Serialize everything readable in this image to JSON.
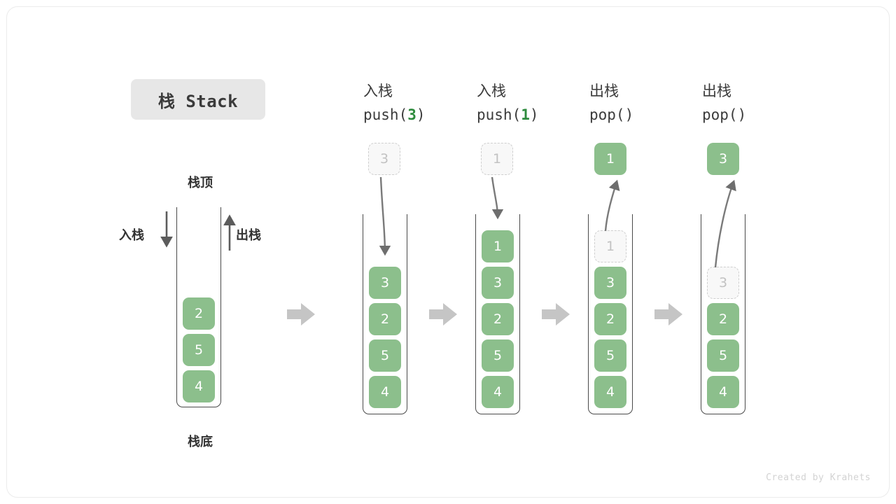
{
  "title": {
    "badge": "栈 Stack"
  },
  "footer": {
    "credit": "Created by Krahets"
  },
  "colors": {
    "element_green": "#8cbf8c",
    "accent_green": "#2e8b3d",
    "ghost_fill": "#f8f8f8",
    "ghost_border": "#cfcfcf",
    "container_stroke": "#4a4a4a",
    "transition_arrow": "#c5c5c5",
    "badge_bg": "#e7e7e7"
  },
  "labels": {
    "top": "栈顶",
    "bottom": "栈底",
    "push_side": "入栈",
    "pop_side": "出栈"
  },
  "stages": [
    {
      "id": "initial",
      "header_line1": "",
      "header_line2": "",
      "header_arg": "",
      "cells": [
        "2",
        "5",
        "4"
      ],
      "floating": null,
      "ghost_index": null
    },
    {
      "id": "push-3",
      "header_line1": "入栈",
      "header_line2_pre": "push(",
      "header_arg": "3",
      "header_line2_post": ")",
      "cells": [
        "3",
        "2",
        "5",
        "4"
      ],
      "floating": {
        "value": "3",
        "style": "ghost"
      },
      "ghost_index": null
    },
    {
      "id": "push-1",
      "header_line1": "入栈",
      "header_line2_pre": "push(",
      "header_arg": "1",
      "header_line2_post": ")",
      "cells": [
        "1",
        "3",
        "2",
        "5",
        "4"
      ],
      "floating": {
        "value": "1",
        "style": "ghost"
      },
      "ghost_index": null
    },
    {
      "id": "pop-1",
      "header_line1": "出栈",
      "header_line2_pre": "pop(",
      "header_arg": "",
      "header_line2_post": ")",
      "cells": [
        "1",
        "3",
        "2",
        "5",
        "4"
      ],
      "floating": {
        "value": "1",
        "style": "solid"
      },
      "ghost_index": 0
    },
    {
      "id": "pop-3",
      "header_line1": "出栈",
      "header_line2_pre": "pop(",
      "header_arg": "",
      "header_line2_post": ")",
      "cells": [
        "3",
        "2",
        "5",
        "4"
      ],
      "floating": {
        "value": "3",
        "style": "solid"
      },
      "ghost_index": 0
    }
  ],
  "transition_arrows": 4
}
